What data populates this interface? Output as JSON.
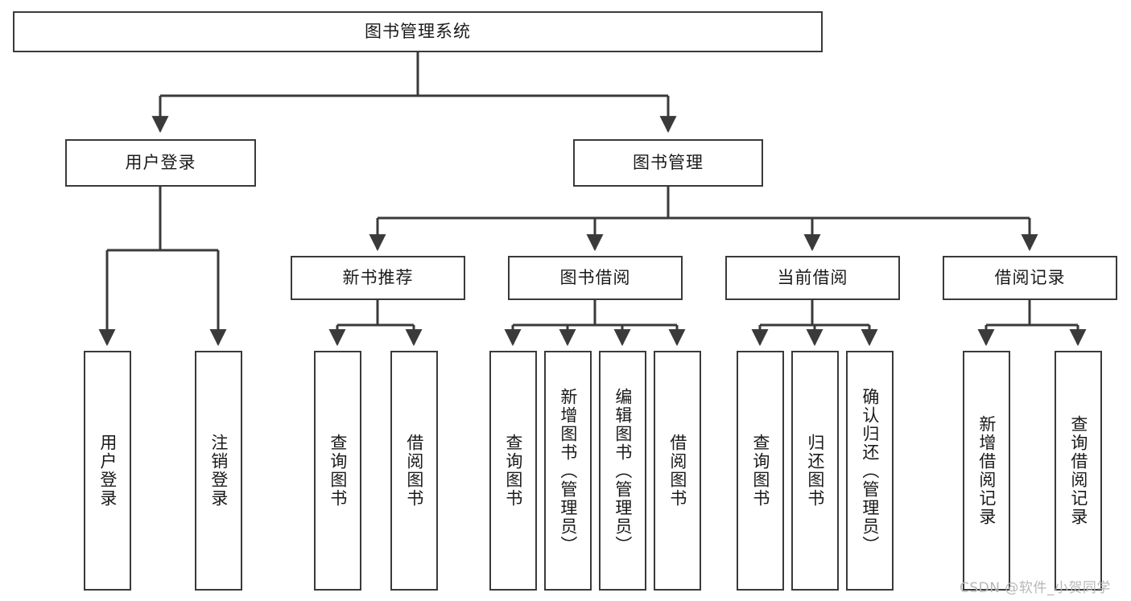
{
  "diagram": {
    "title": "图书管理系统",
    "type": "hierarchy-tree",
    "root": {
      "id": "root",
      "label": "图书管理系统"
    },
    "level2": [
      {
        "id": "user-login",
        "label": "用户登录"
      },
      {
        "id": "book-management",
        "label": "图书管理"
      }
    ],
    "level3": [
      {
        "id": "new-book-recommend",
        "label": "新书推荐",
        "parent": "book-management"
      },
      {
        "id": "book-borrow",
        "label": "图书借阅",
        "parent": "book-management"
      },
      {
        "id": "current-borrow",
        "label": "当前借阅",
        "parent": "book-management"
      },
      {
        "id": "borrow-record",
        "label": "借阅记录",
        "parent": "book-management"
      }
    ],
    "leaves": [
      {
        "id": "leaf-user-login",
        "label": "用户登录",
        "parent": "user-login"
      },
      {
        "id": "leaf-user-logout",
        "label": "注销登录",
        "parent": "user-login"
      },
      {
        "id": "leaf-query-book-1",
        "label": "查询图书",
        "parent": "new-book-recommend"
      },
      {
        "id": "leaf-borrow-book-1",
        "label": "借阅图书",
        "parent": "new-book-recommend"
      },
      {
        "id": "leaf-query-book-2",
        "label": "查询图书",
        "parent": "book-borrow"
      },
      {
        "id": "leaf-add-book",
        "label": "新增图书（管理员）",
        "parent": "book-borrow"
      },
      {
        "id": "leaf-edit-book",
        "label": "编辑图书（管理员）",
        "parent": "book-borrow"
      },
      {
        "id": "leaf-borrow-book-2",
        "label": "借阅图书",
        "parent": "book-borrow"
      },
      {
        "id": "leaf-query-book-3",
        "label": "查询图书",
        "parent": "current-borrow"
      },
      {
        "id": "leaf-return-book",
        "label": "归还图书",
        "parent": "current-borrow"
      },
      {
        "id": "leaf-confirm-return",
        "label": "确认归还（管理员）",
        "parent": "current-borrow"
      },
      {
        "id": "leaf-add-record",
        "label": "新增借阅记录",
        "parent": "borrow-record"
      },
      {
        "id": "leaf-query-record",
        "label": "查询借阅记录",
        "parent": "borrow-record"
      }
    ]
  },
  "watermark": {
    "text": "CSDN @软件_小贺同学"
  },
  "colors": {
    "stroke": "#3a3a3a",
    "background": "#ffffff",
    "text": "#1a1a1a",
    "watermark": "#b8b8b8"
  }
}
